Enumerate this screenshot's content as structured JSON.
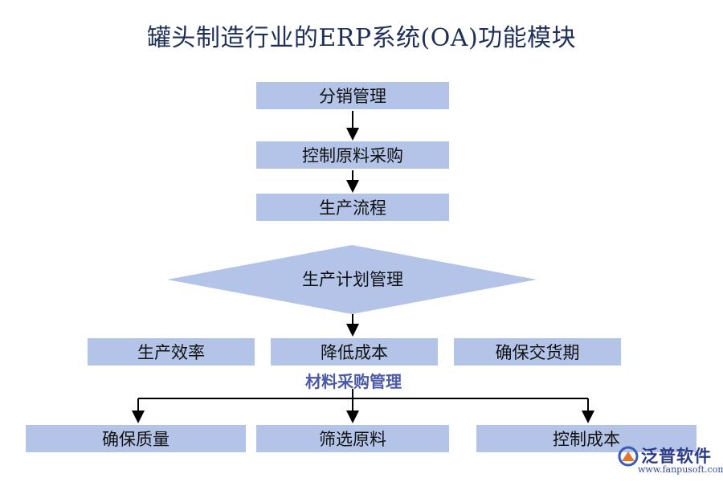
{
  "title": "罐头制造行业的ERP系统(OA)功能模块",
  "flow": {
    "distribution": "分销管理",
    "purchasing": "控制原料采购",
    "process": "生产流程",
    "planning": "生产计划管理",
    "branches": [
      "生产效率",
      "降低成本",
      "确保交货期"
    ],
    "materials_label": "材料采购管理",
    "materials": [
      "确保质量",
      "筛选原料",
      "控制成本"
    ]
  },
  "logo": {
    "name": "泛普软件",
    "url": "www.fanpusoft.com"
  },
  "colors": {
    "box_fill": "#b4c4e8",
    "title": "#1f2f5a",
    "materials_label": "#4b5aa8"
  }
}
